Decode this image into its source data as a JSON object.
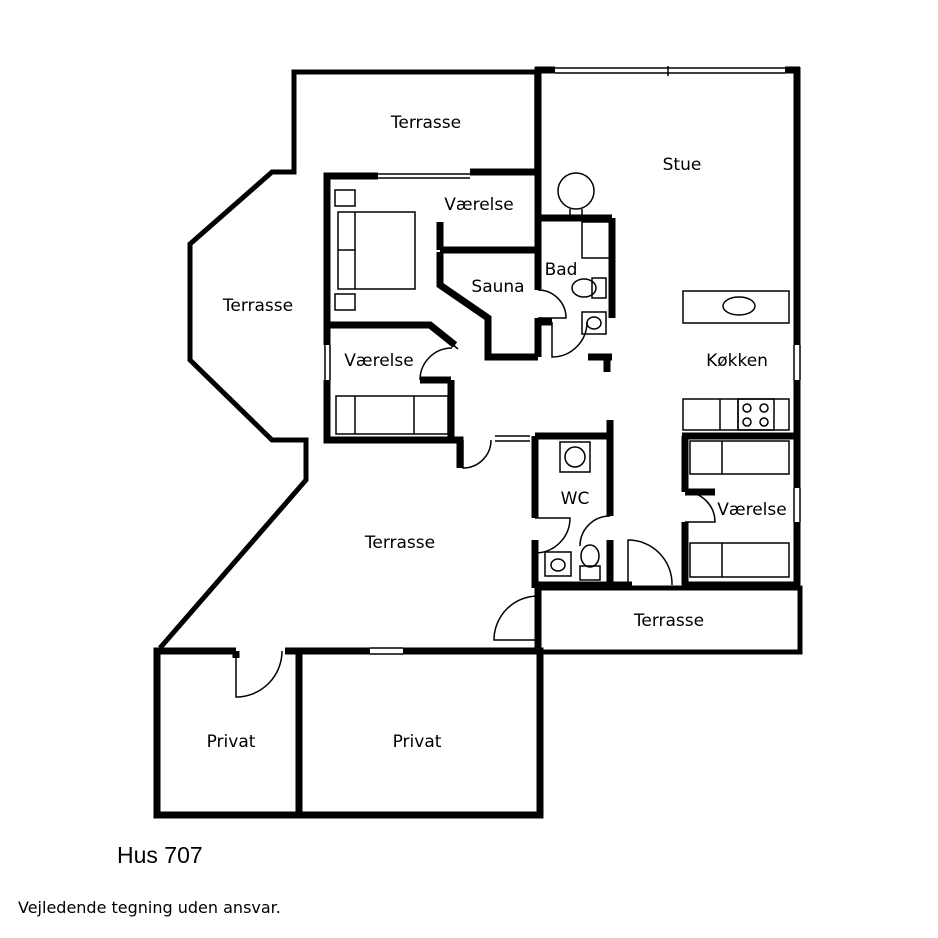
{
  "plan": {
    "rooms": {
      "terrasse_top": "Terrasse",
      "terrasse_left": "Terrasse",
      "terrasse_center": "Terrasse",
      "terrasse_bottom_right": "Terrasse",
      "stue": "Stue",
      "vaerelse_top": "Værelse",
      "vaerelse_left": "Værelse",
      "vaerelse_right": "Værelse",
      "sauna": "Sauna",
      "bad": "Bad",
      "kokken": "Køkken",
      "wc": "WC",
      "privat_left": "Privat",
      "privat_right": "Privat"
    }
  },
  "caption": {
    "title": "Hus 707",
    "note": "Vejledende tegning uden ansvar."
  }
}
